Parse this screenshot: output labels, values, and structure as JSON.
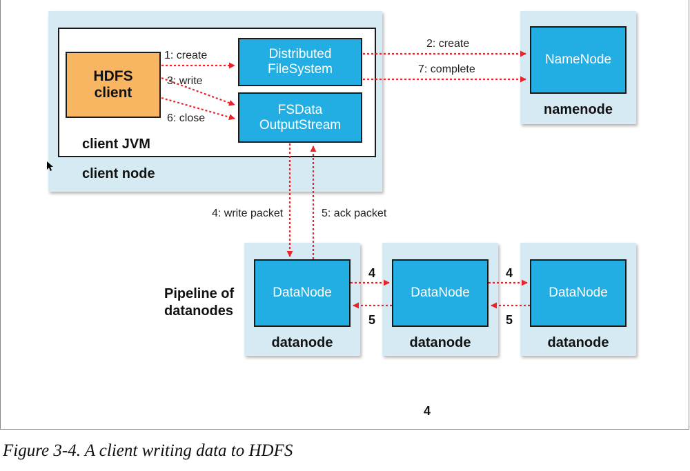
{
  "client_node": {
    "label": "client node",
    "jvm_label": "client JVM",
    "hdfs_client": "HDFS\nclient",
    "distributed_fs": "Distributed\nFileSystem",
    "fsdata_stream": "FSData\nOutputStream"
  },
  "namenode": {
    "box": "NameNode",
    "label": "namenode"
  },
  "pipeline_label": "Pipeline of\ndatanodes",
  "datanodes": [
    {
      "box": "DataNode",
      "label": "datanode"
    },
    {
      "box": "DataNode",
      "label": "datanode"
    },
    {
      "box": "DataNode",
      "label": "datanode"
    }
  ],
  "steps": {
    "create_local": "1: create",
    "create_remote": "2: create",
    "write": "3: write",
    "write_packet": "4: write packet",
    "ack_packet": "5: ack packet",
    "close": "6: close",
    "complete": "7: complete"
  },
  "pipeline_numbers": {
    "forward_1": "4",
    "back_1": "5",
    "forward_2": "4",
    "back_2": "5"
  },
  "page_number": "4",
  "caption": "Figure 3-4. A client writing data to HDFS",
  "colors": {
    "arrow": "#e8232a",
    "node_blue": "#23aee3",
    "client_orange": "#f8b562",
    "shade": "#d6eaf3"
  }
}
